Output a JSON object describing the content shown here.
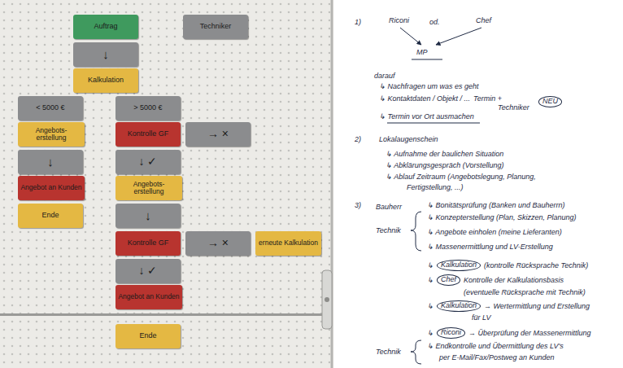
{
  "diagram": {
    "nodes": [
      {
        "text": [
          "Auftrag"
        ]
      },
      {
        "text": [
          "Techniker"
        ]
      },
      {
        "text": [
          "↓"
        ]
      },
      {
        "text": [
          "Kalkulation"
        ]
      },
      {
        "text": [
          "< 5000 €"
        ]
      },
      {
        "text": [
          "> 5000 €"
        ]
      },
      {
        "text": [
          "Angebots- erstellung"
        ]
      },
      {
        "text": [
          "Kontrolle GF"
        ]
      },
      {
        "text": [
          "→ ×"
        ]
      },
      {
        "text": [
          "↓"
        ]
      },
      {
        "text": [
          "↓ ✓"
        ]
      },
      {
        "text": [
          "Angebot an Kunden"
        ]
      },
      {
        "text": [
          "Angebots- erstellung"
        ]
      },
      {
        "text": [
          "Ende"
        ]
      },
      {
        "text": [
          "↓"
        ]
      },
      {
        "text": [
          "Kontrolle GF"
        ]
      },
      {
        "text": [
          "→ ×"
        ]
      },
      {
        "text": [
          "erneute Kalkulation"
        ]
      },
      {
        "text": [
          "↓ ✓"
        ]
      },
      {
        "text": [
          "Angebot an Kunden"
        ]
      },
      {
        "text": [
          "Ende"
        ]
      },
      {
        "text": [
          "NEU"
        ]
      },
      {
        "text": [
          "Kalkulation"
        ]
      },
      {
        "text": [
          "Chef"
        ]
      },
      {
        "text": [
          "Kalkulation"
        ]
      },
      {
        "text": [
          "Riconi"
        ]
      }
    ],
    "labels": [
      "1)",
      "Riconi",
      "od.",
      "Chef",
      "MP",
      "darauf",
      "↳ Nachfragen um was es geht",
      "↳ Kontaktdaten / Objekt / ...",
      "Termin +",
      "Techniker",
      "↳ Termin vor Ort ausmachen",
      "2)",
      "Lokalaugenschein",
      "↳ Aufnahme der baulichen Situation",
      "↳ Abklärungsgespräch (Vorstellung)",
      "↳ Ablauf Zeitraum (Angebotslegung, Planung,",
      "Fertigstellung, ...)",
      "3)",
      "Bauherr",
      "↳ Bonitätsprüfung (Banken und Bauherrn)",
      "Technik",
      "↳ Konzepterstellung (Plan, Skizzen, Planung)",
      "↳ Angebote einholen (meine Lieferanten)",
      "↳ Massenermittlung und LV-Erstellung",
      "↳",
      "(kontrolle Rücksprache Technik)",
      "↳",
      "Kontrolle der Kalkulationsbasis",
      "(eventuelle Rücksprache mit Technik)",
      "↳",
      "→ Wertermittlung und Erstellung",
      "für LV",
      "↳",
      "→ Überprüfung der Massenermittlung",
      "Technik",
      "↳ Endkontrolle und Übermittlung des LV's",
      "per E-Mail/Fax/Postweg an Kunden"
    ]
  }
}
